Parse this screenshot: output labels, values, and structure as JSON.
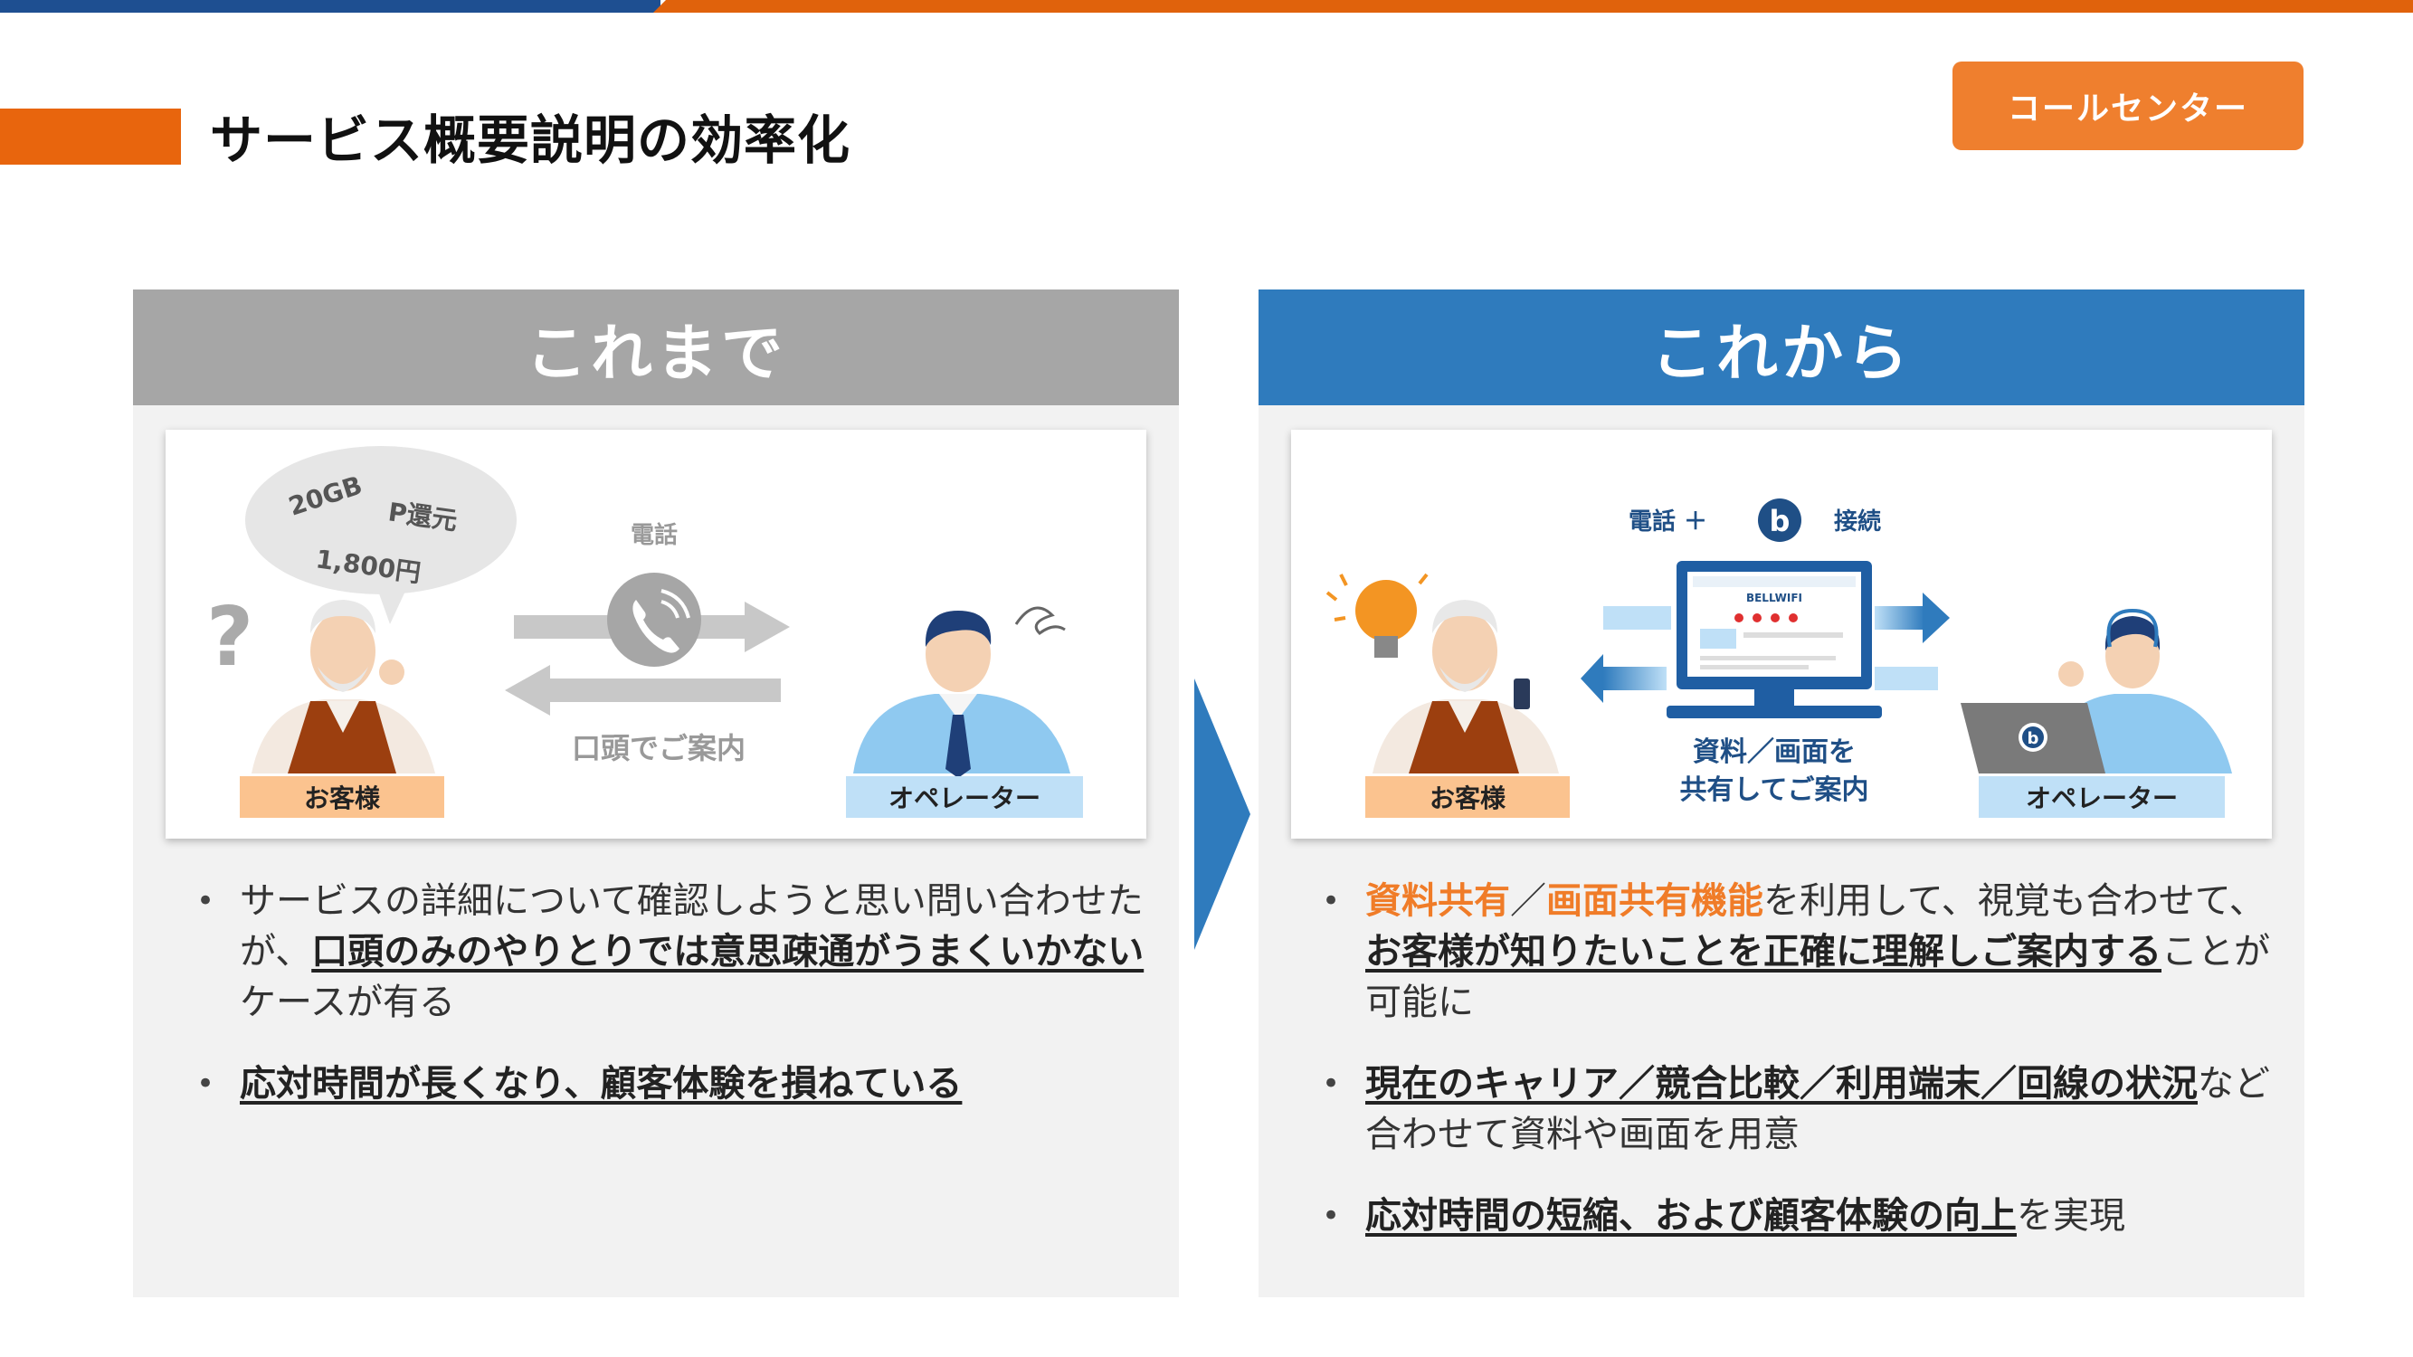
{
  "header": {
    "title": "サービス概要説明の効率化",
    "badge": "コールセンター"
  },
  "left_panel": {
    "heading": "これまで",
    "illustration": {
      "bubble_lines": [
        "20GB",
        "P還元",
        "1,800円"
      ],
      "question_mark": "?",
      "phone_label": "電話",
      "verbal_label": "口頭でご案内",
      "customer_label": "お客様",
      "operator_label": "オペレーター"
    },
    "bullets": [
      {
        "parts": [
          {
            "text": "サービスの詳細について確認しようと思い問い合わせたが、",
            "style": "normal"
          },
          {
            "text": "口頭のみのやりとりでは意思疎通がうまくいかない",
            "style": "bold-underline"
          },
          {
            "text": "ケースが有る",
            "style": "normal"
          }
        ]
      },
      {
        "parts": [
          {
            "text": "応対時間が長くなり、顧客体験を損ねている",
            "style": "bold-underline"
          }
        ]
      }
    ]
  },
  "right_panel": {
    "heading": "これから",
    "illustration": {
      "connect_prefix": "電話 ＋",
      "connect_logo": "b",
      "connect_suffix": "接続",
      "share_line1": "資料／画面を",
      "share_line2": "共有してご案内",
      "screen_title": "BELLWIFI",
      "customer_label": "お客様",
      "operator_label": "オペレーター"
    },
    "bullets": [
      {
        "parts": [
          {
            "text": "資料共有",
            "style": "bold-orange"
          },
          {
            "text": "／",
            "style": "normal"
          },
          {
            "text": "画面共有機能",
            "style": "bold-orange"
          },
          {
            "text": "を利用して、視覚も合わせて、",
            "style": "normal"
          },
          {
            "text": "お客様が知りたいことを正確に理解しご案内する",
            "style": "bold-underline"
          },
          {
            "text": "ことが可能に",
            "style": "normal"
          }
        ]
      },
      {
        "parts": [
          {
            "text": "現在のキャリア／競合比較／利用端末／回線の状況",
            "style": "bold-underline"
          },
          {
            "text": "など合わせて資料や画面を用意",
            "style": "normal"
          }
        ]
      },
      {
        "parts": [
          {
            "text": "応対時間の短縮、および顧客体験の向上",
            "style": "bold-underline"
          },
          {
            "text": "を実現",
            "style": "normal"
          }
        ]
      }
    ]
  },
  "colors": {
    "accent_orange": "#e8650d",
    "badge_orange": "#ef7f2e",
    "header_blue": "#2f7bbd",
    "header_gray": "#a6a6a6",
    "navy": "#1e4f91"
  },
  "icons": {
    "phone": "phone-icon",
    "arrow": "chevron-right-icon",
    "bulb": "lightbulb-icon",
    "laptop": "laptop-icon",
    "monitor": "monitor-icon"
  }
}
